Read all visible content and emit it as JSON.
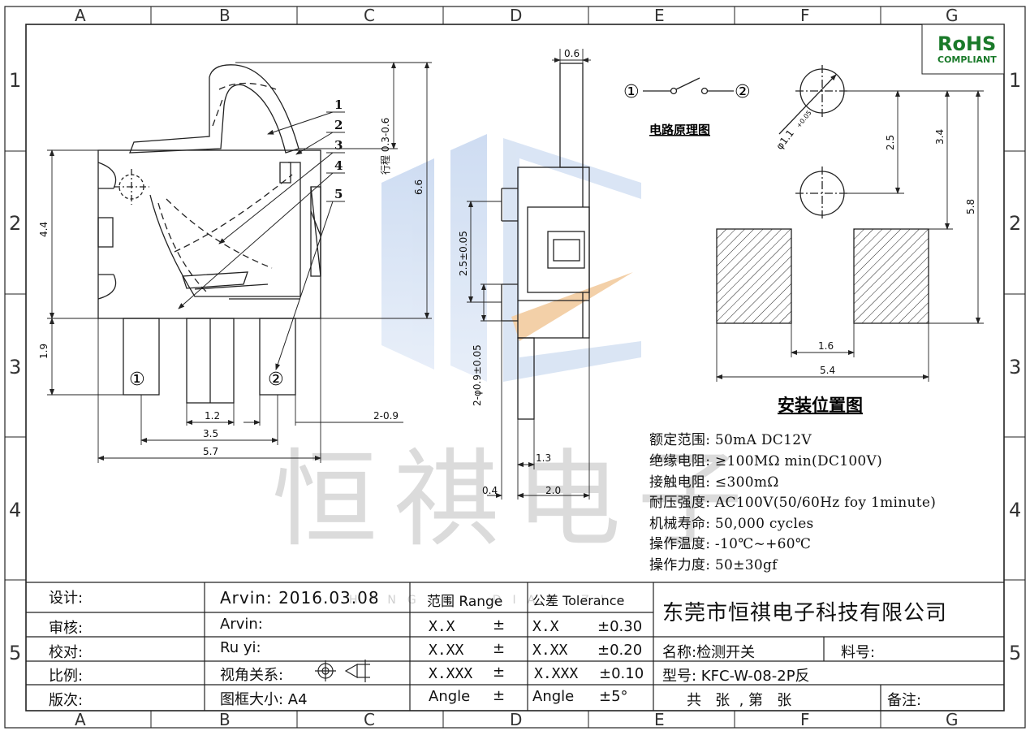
{
  "frame": {
    "col_letters": [
      "A",
      "B",
      "C",
      "D",
      "E",
      "F",
      "G"
    ],
    "row_numbers": [
      "1",
      "2",
      "3",
      "4",
      "5"
    ]
  },
  "rohs": {
    "line1": "RoHS",
    "line2": "COMPLIANT"
  },
  "watermark": {
    "text": "恒祺电子",
    "sub": "HENG QI DIAN ZI"
  },
  "circuit": {
    "title": "电路原理图",
    "terminal1": "①",
    "terminal2": "②"
  },
  "install": {
    "title": "安装位置图"
  },
  "callouts": [
    "1",
    "2",
    "3",
    "4",
    "5"
  ],
  "terminals": {
    "t1": "①",
    "t2": "②"
  },
  "dims": {
    "front_height": "4.4",
    "front_leg": "1.9",
    "travel": "行程 0.3-0.6",
    "total_height": "6.6",
    "pitch_12": "1.2",
    "pitch_35": "3.5",
    "width_57": "5.7",
    "pin_09": "2-0.9",
    "side_top": "0.6",
    "side_25": "2.5±0.05",
    "side_hole": "2-φ0.9±0.05",
    "side_13": "1.3",
    "side_04": "0.4",
    "side_20": "2.0",
    "hole_dia": "φ1.1",
    "hole_tol": "+0.05",
    "inst_25": "2.5",
    "inst_34": "3.4",
    "inst_58": "5.8",
    "inst_16": "1.6",
    "inst_54": "5.4"
  },
  "specs": [
    "额定范围: 50mA DC12V",
    "绝缘电阻: ≥100MΩ min(DC100V)",
    "接触电阻: ≤300mΩ",
    "耐压强度: AC100V(50/60Hz  foy  1minute)",
    "机械寿命: 50,000 cycles",
    "操作温度: -10℃~+60℃",
    "操作力度: 50±30gf"
  ],
  "title_block": {
    "rows": [
      {
        "label": "设计:",
        "value": "Arvin:   2016.03.08"
      },
      {
        "label": "审核:",
        "value": "Arvin:"
      },
      {
        "label": "校对:",
        "value": "Ru  yi:"
      },
      {
        "label": "比例:",
        "value": "视角关系:"
      },
      {
        "label": "版次:",
        "value": "图框大小:  A4"
      }
    ],
    "range_header": "范围 Range",
    "tolerance_header": "公差 Tolerance",
    "range_rows": [
      {
        "key": "X.X",
        "sym": "±"
      },
      {
        "key": "X.XX",
        "sym": "±"
      },
      {
        "key": "X.XXX",
        "sym": "±"
      },
      {
        "key": "Angle",
        "sym": "±"
      }
    ],
    "tol_rows": [
      {
        "key": "X.X",
        "val": "±0.30"
      },
      {
        "key": "X.XX",
        "val": "±0.20"
      },
      {
        "key": "X.XXX",
        "val": "±0.10"
      },
      {
        "key": "Angle",
        "val": "±5°"
      }
    ],
    "company": "东莞市恒祺电子科技有限公司",
    "name_label": "名称:检测开关",
    "part_label": "料号:",
    "model_label": "型号: KFC-W-08-2P反",
    "sheet_label": "共   张  , 第   张",
    "note_label": "备注:"
  }
}
